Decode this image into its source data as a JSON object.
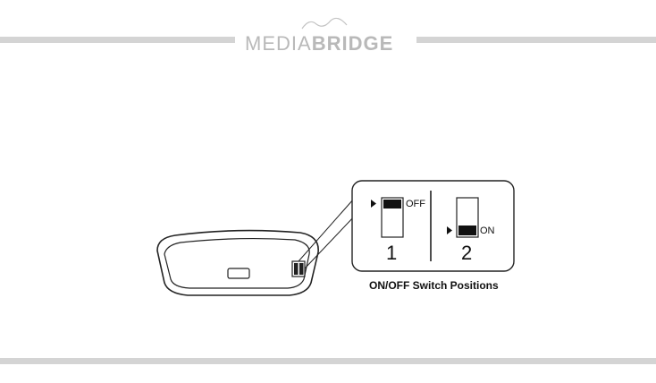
{
  "brand": {
    "name_light": "MEDIA",
    "name_bold": "BRIDGE",
    "color": "#b9b9b9"
  },
  "diagram": {
    "off_label": "OFF",
    "on_label": "ON",
    "position_1": "1",
    "position_2": "2",
    "caption": "ON/OFF Switch Positions"
  },
  "colors": {
    "rule": "#d4d4d4",
    "ink": "#111111"
  }
}
